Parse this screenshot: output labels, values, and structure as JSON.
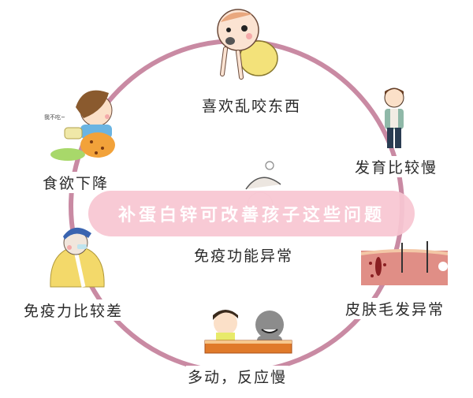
{
  "diagram": {
    "type": "cycle",
    "ring_color": "#c98aa3",
    "banner": {
      "text": "补蛋白锌可改善孩子这些问题",
      "background": "#f8c6d2",
      "text_color": "#ffffff"
    },
    "nodes": [
      {
        "id": "chew",
        "label": "喜欢乱咬东西",
        "illustration": "crawling-baby-with-pacifier"
      },
      {
        "id": "growth",
        "label": "发育比较慢",
        "illustration": "small-standing-boy"
      },
      {
        "id": "skin",
        "label": "皮肤毛发异常",
        "illustration": "skin-hair-cross-section"
      },
      {
        "id": "hyper",
        "label": "多动，反应慢",
        "illustration": "boy-at-desk-with-grey-figure"
      },
      {
        "id": "immunity-weak",
        "label": "免疫力比较差",
        "illustration": "sick-child-in-blanket"
      },
      {
        "id": "appetite",
        "label": "食欲下降",
        "illustration": "boy-refusing-food",
        "note": "我不吃~"
      },
      {
        "id": "immune-func",
        "label": "免疫功能异常",
        "illustration": "faint-child-sketch"
      }
    ]
  }
}
